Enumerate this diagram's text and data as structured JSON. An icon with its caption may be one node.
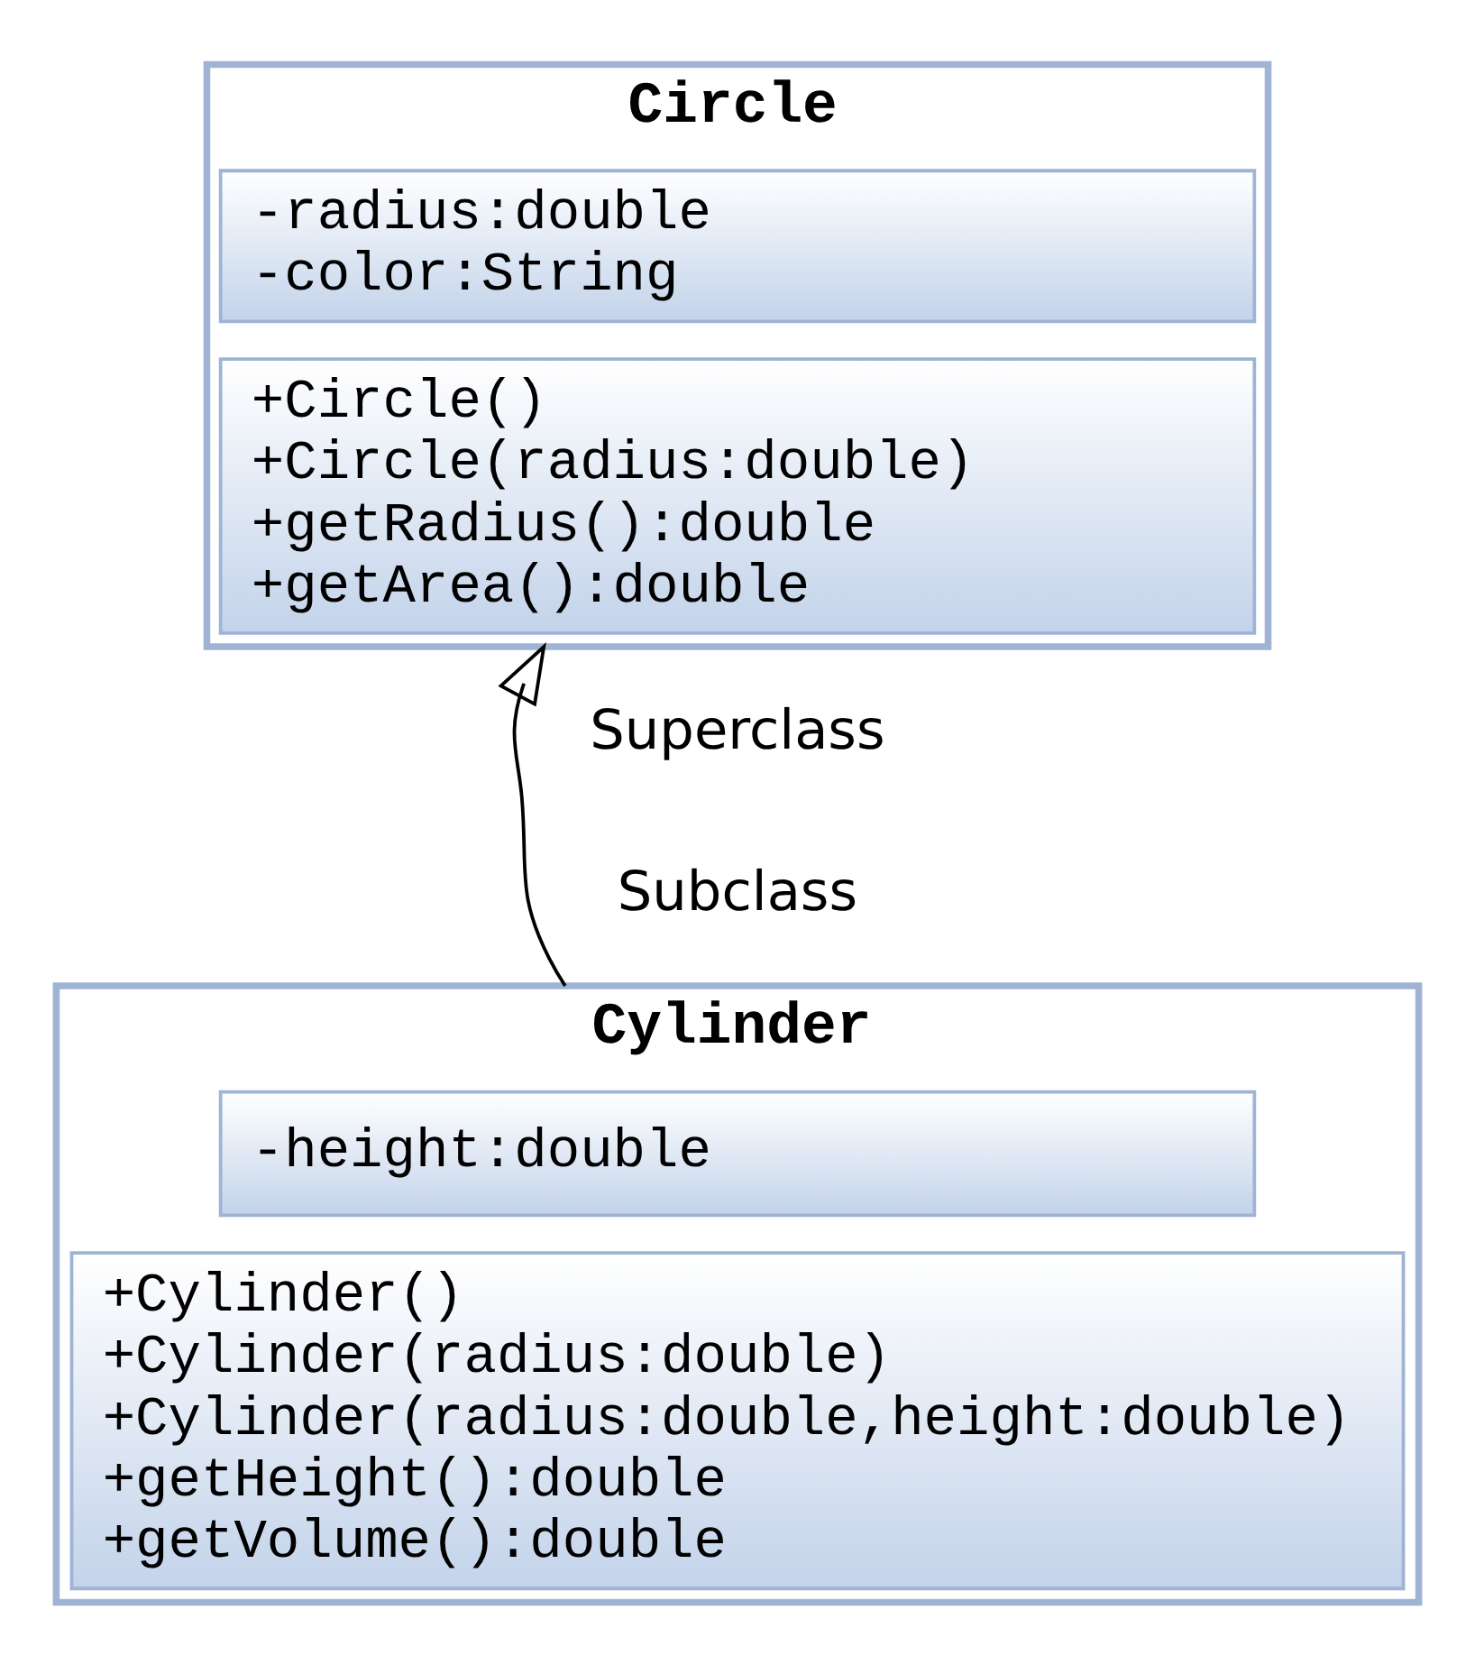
{
  "diagram": {
    "nodes": [
      {
        "text": [
          "Circle"
        ]
      },
      {
        "text": [
          "-radius:double",
          "-color:String"
        ],
        "in": 0
      },
      {
        "text": [
          "+Circle()",
          "+Circle(radius:double)",
          "+getRadius():double",
          "+getArea():double"
        ],
        "in": 0
      },
      {
        "text": [
          "Cylinder"
        ]
      },
      {
        "text": [
          "-height:double"
        ],
        "in": 3
      },
      {
        "text": [
          "+Cylinder()",
          "+Cylinder(radius:double)",
          "+Cylinder(radius:double,height:double)",
          "+getHeight():double",
          "+getVolume():double"
        ],
        "in": 3
      }
    ],
    "edges": [
      {
        "from": 3,
        "to": 0,
        "arrow": "to"
      }
    ],
    "labels": [
      "Superclass",
      "Subclass"
    ]
  }
}
